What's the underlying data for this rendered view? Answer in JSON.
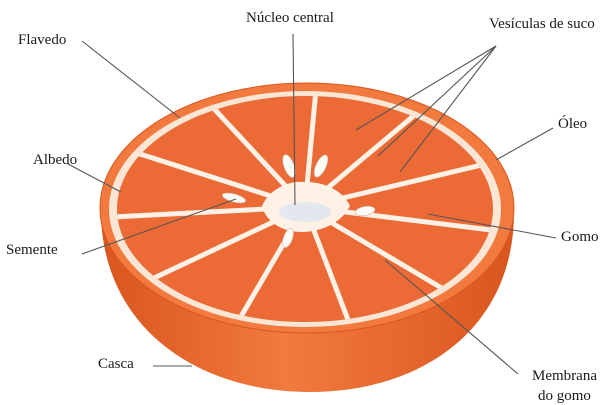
{
  "figure": {
    "title": "",
    "colors": {
      "peel": "#f27a3e",
      "peel_dark": "#d9561e",
      "albedo": "#fbe6d6",
      "segment": "#ec6a35",
      "membrane": "#fff1e6",
      "core": "#e3e8ee",
      "seed": "#fdfbf6",
      "leader": "#555555"
    },
    "labels": {
      "flavedo": "Flavedo",
      "nucleo": "Núcleo central",
      "vesiculas": "Vesículas de suco",
      "oleo": "Óleo",
      "albedo": "Albedo",
      "semente": "Semente",
      "gomo": "Gomo",
      "casca": "Casca",
      "membrana_1": "Membrana",
      "membrana_2": "do gomo"
    }
  }
}
